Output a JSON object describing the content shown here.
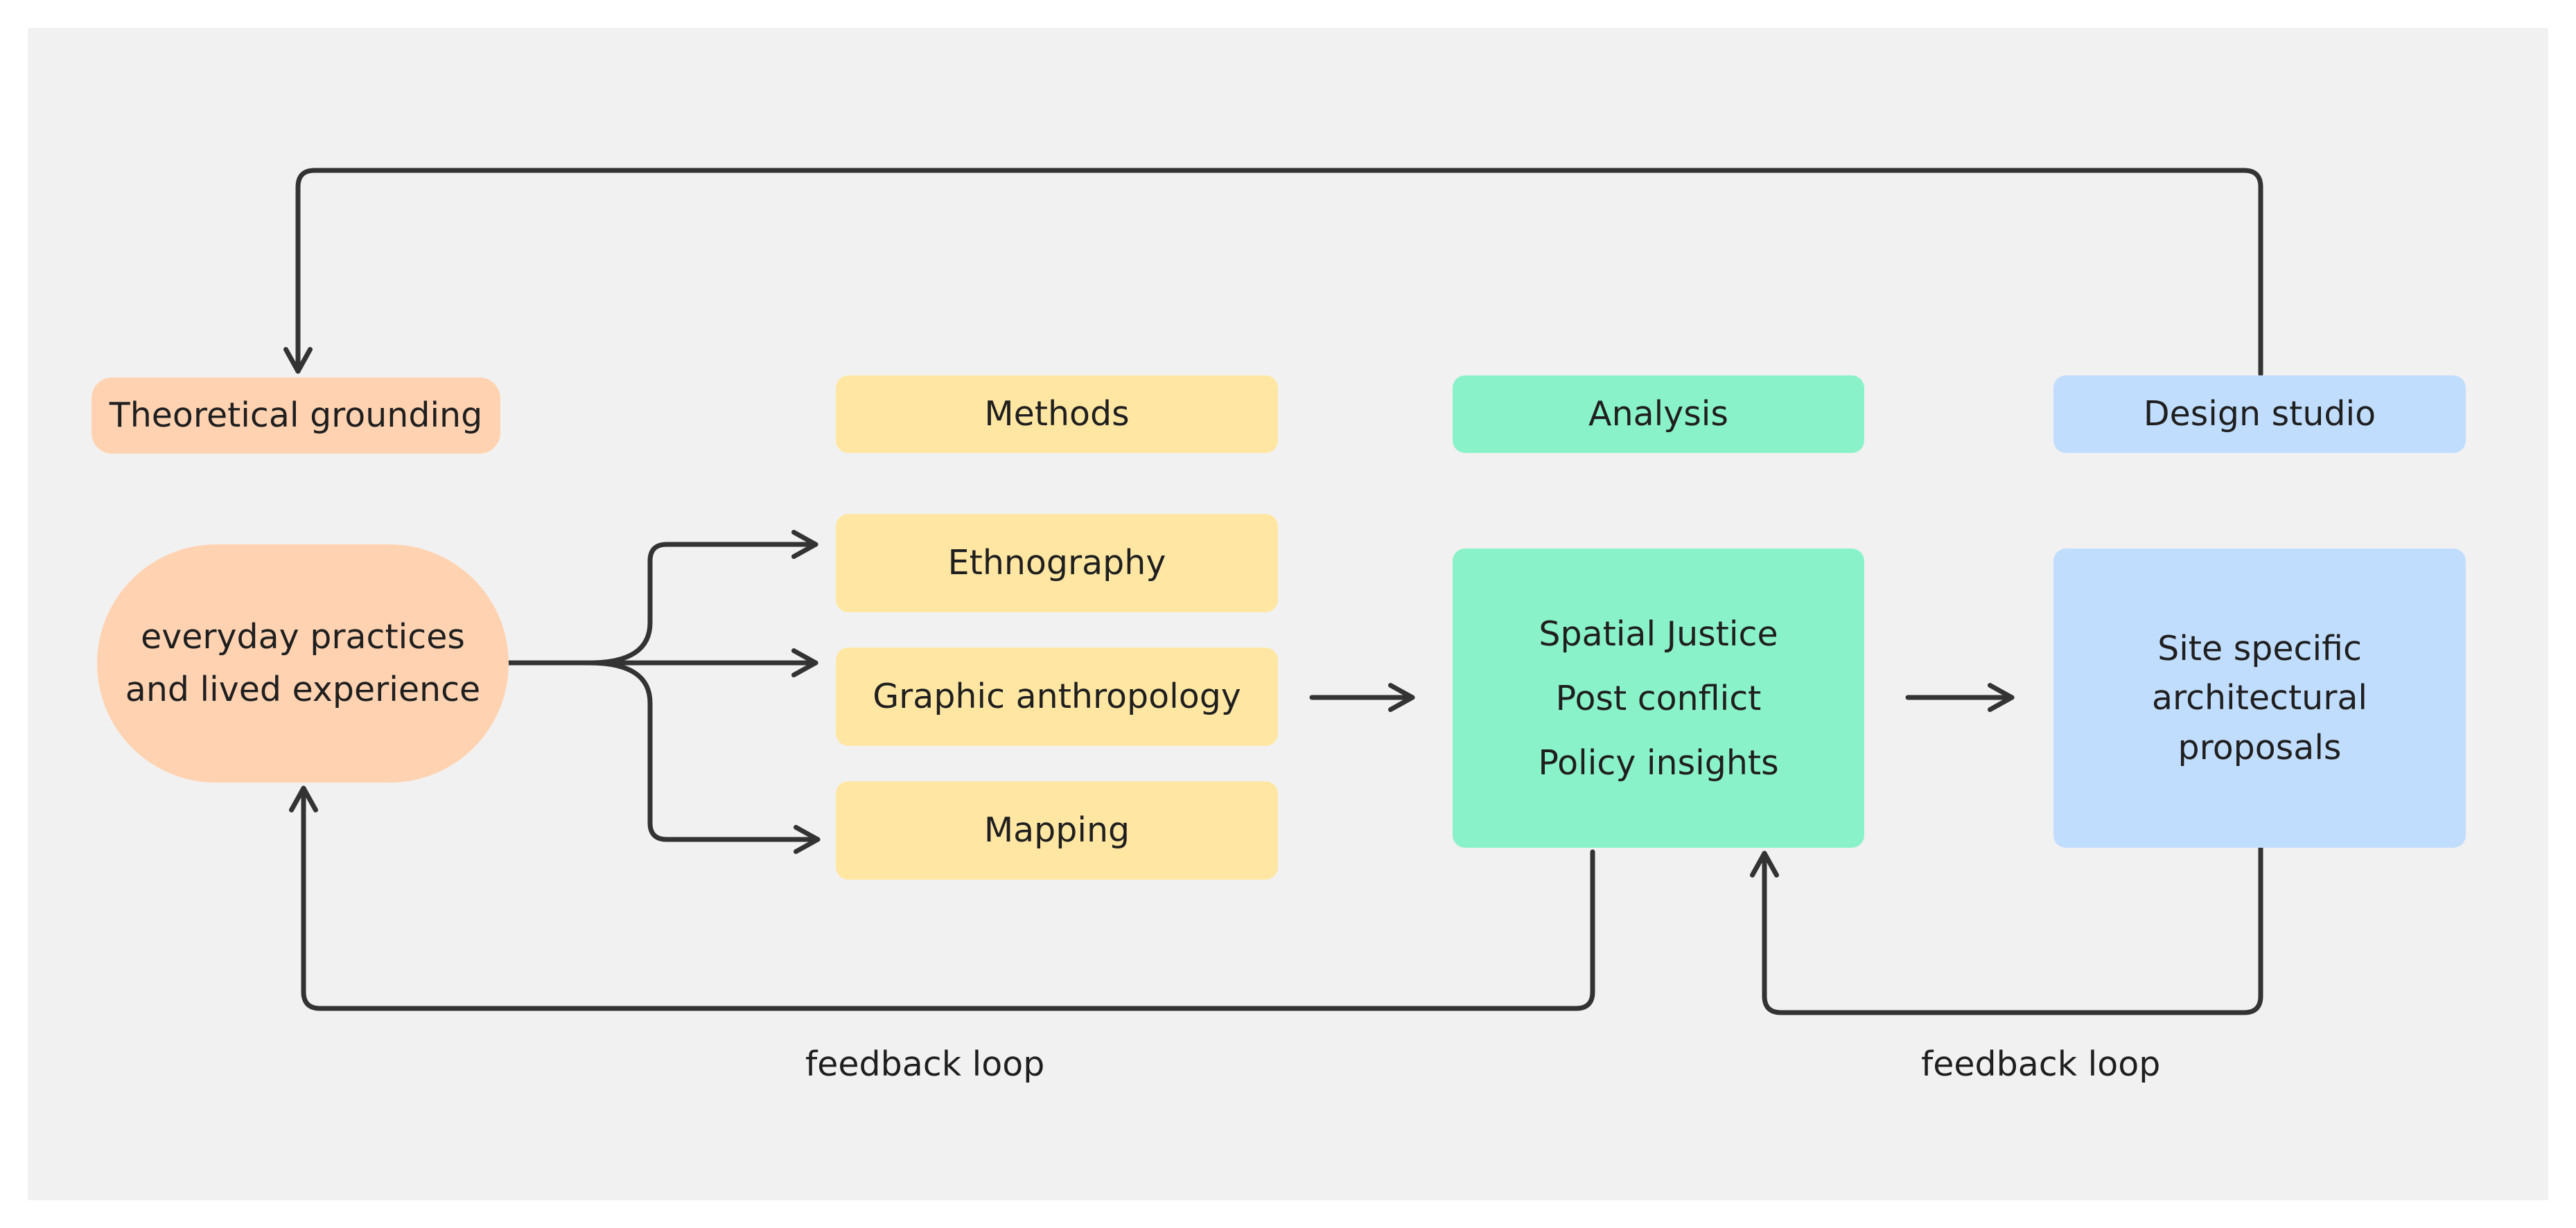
{
  "stages": {
    "theory": {
      "label": "Theoretical grounding",
      "color": "#ffd3b2"
    },
    "methods": {
      "label": "Methods",
      "color": "#ffe7a3"
    },
    "analysis": {
      "label": "Analysis",
      "color": "#8af2c9"
    },
    "design": {
      "label": "Design studio",
      "color": "#c1ddfe"
    }
  },
  "nodes": {
    "everyday": "everyday practices\nand lived experience",
    "methods_items": [
      "Ethnography",
      "Graphic anthropology",
      "Mapping"
    ],
    "analysis_items": [
      "Spatial Justice",
      "Post conflict",
      "Policy insights"
    ],
    "design_text": "Site specific\narchitectural\nproposals"
  },
  "captions": {
    "left_loop": "feedback loop",
    "right_loop": "feedback loop"
  },
  "colors": {
    "background": "#f2f1f1",
    "connector": "#333333"
  }
}
